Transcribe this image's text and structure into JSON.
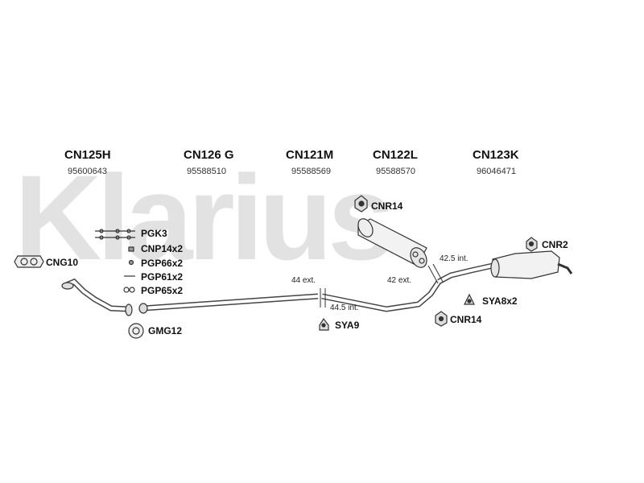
{
  "watermark": "Klarius",
  "headers": [
    {
      "code": "CN125H",
      "number": "95600643"
    },
    {
      "code": "CN126 G",
      "number": "95588510"
    },
    {
      "code": "CN121M",
      "number": "95588569"
    },
    {
      "code": "CN122L",
      "number": "95588570"
    },
    {
      "code": "CN123K",
      "number": "96046471"
    }
  ],
  "labels": {
    "cnr14_top": "CNR14",
    "pgk3": "PGK3",
    "cnp14x2": "CNP14x2",
    "pgp66x2": "PGP66x2",
    "pgp61x2": "PGP61x2",
    "pgp65x2": "PGP65x2",
    "cng10": "CNG10",
    "gmg12": "GMG12",
    "sya9": "SYA9",
    "cnr2": "CNR2",
    "sya8x2": "SYA8x2",
    "cnr14_bottom": "CNR14"
  },
  "dimensions": {
    "ext44": "44 ext.",
    "int445": "44.5 int.",
    "int425": "42.5 int.",
    "ext42": "42 ext."
  }
}
